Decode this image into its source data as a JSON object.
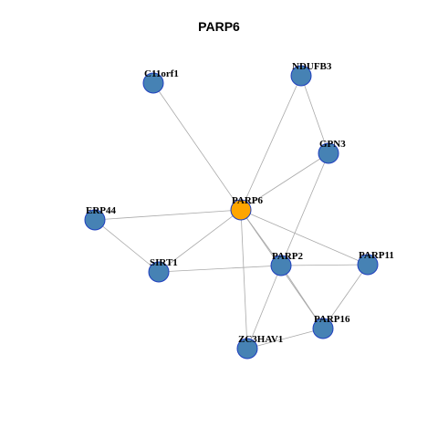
{
  "title": "PARP6",
  "colors": {
    "center_node": "#ffa500",
    "neighbor_node": "#4682b4",
    "node_border": "#1f3fbf",
    "edge": "#a9a9a9"
  },
  "nodes": [
    {
      "id": "C11orf1",
      "label": "C11orf1",
      "center": false
    },
    {
      "id": "NDUFB3",
      "label": "NDUFB3",
      "center": false
    },
    {
      "id": "GPN3",
      "label": "GPN3",
      "center": false
    },
    {
      "id": "PARP6",
      "label": "PARP6",
      "center": true
    },
    {
      "id": "ERP44",
      "label": "ERP44",
      "center": false
    },
    {
      "id": "SIRT1",
      "label": "SIRT1",
      "center": false
    },
    {
      "id": "PARP2",
      "label": "PARP2",
      "center": false
    },
    {
      "id": "PARP11",
      "label": "PARP11",
      "center": false
    },
    {
      "id": "PARP16",
      "label": "PARP16",
      "center": false
    },
    {
      "id": "ZC3HAV1",
      "label": "ZC3HAV1",
      "center": false
    }
  ],
  "edges": [
    [
      "PARP6",
      "C11orf1"
    ],
    [
      "PARP6",
      "NDUFB3"
    ],
    [
      "PARP6",
      "GPN3"
    ],
    [
      "PARP6",
      "ERP44"
    ],
    [
      "PARP6",
      "SIRT1"
    ],
    [
      "PARP6",
      "PARP2"
    ],
    [
      "PARP6",
      "PARP11"
    ],
    [
      "PARP6",
      "PARP16"
    ],
    [
      "PARP6",
      "ZC3HAV1"
    ],
    [
      "NDUFB3",
      "GPN3"
    ],
    [
      "GPN3",
      "PARP2"
    ],
    [
      "ERP44",
      "SIRT1"
    ],
    [
      "SIRT1",
      "PARP2"
    ],
    [
      "PARP2",
      "PARP11"
    ],
    [
      "PARP2",
      "PARP16"
    ],
    [
      "PARP2",
      "ZC3HAV1"
    ],
    [
      "PARP11",
      "PARP16"
    ],
    [
      "ZC3HAV1",
      "PARP16"
    ]
  ]
}
